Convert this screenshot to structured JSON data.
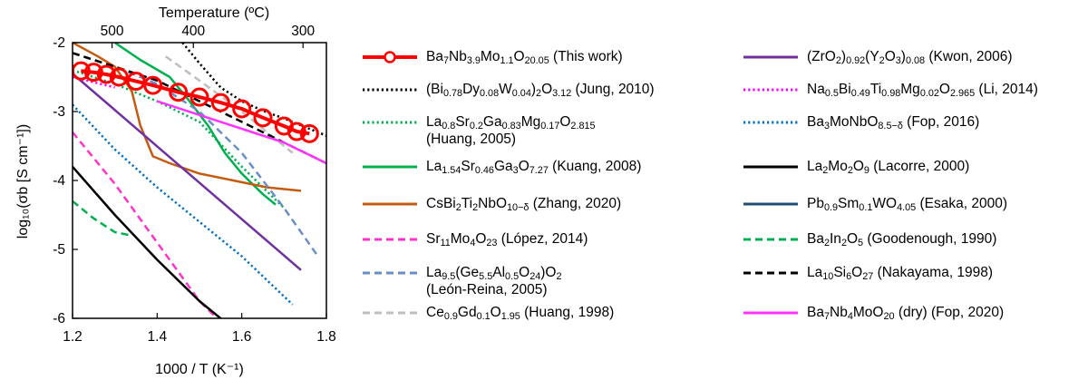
{
  "chart_data": {
    "type": "line",
    "xlabel": "1000 / T (K⁻¹)",
    "ylabel": "log₁₀(σb [S cm⁻¹])",
    "top_axis_label": "Temperature (ºC)",
    "xlim": [
      1.2,
      1.8
    ],
    "ylim": [
      -6,
      -2
    ],
    "x_ticks": [
      "1.2",
      "1.4",
      "1.6",
      "1.8"
    ],
    "y_ticks": [
      "-2",
      "-3",
      "-4",
      "-5",
      "-6"
    ],
    "top_ticks": [
      {
        "label": "500",
        "value": 500
      },
      {
        "label": "400",
        "value": 400
      },
      {
        "label": "300",
        "value": 300
      }
    ],
    "grid": false,
    "series": [
      {
        "name": "Ba7Nb3.9Mo1.1O20.05 (This work)",
        "color": "#ff0000",
        "dash": "solid",
        "marker": "circle",
        "x": [
          1.22,
          1.25,
          1.28,
          1.31,
          1.35,
          1.39,
          1.45,
          1.5,
          1.55,
          1.6,
          1.65,
          1.7,
          1.73,
          1.76
        ],
        "y": [
          -2.41,
          -2.43,
          -2.46,
          -2.5,
          -2.56,
          -2.62,
          -2.72,
          -2.79,
          -2.87,
          -2.96,
          -3.09,
          -3.21,
          -3.29,
          -3.32
        ]
      },
      {
        "name": "(Bi0.78Dy0.08W0.04)2O3.12 (Jung, 2010)",
        "color": "#000000",
        "dash": "dotted",
        "x": [
          1.46,
          1.5,
          1.55,
          1.6,
          1.65,
          1.7,
          1.76,
          1.8
        ],
        "y": [
          -2.0,
          -2.3,
          -2.65,
          -2.85,
          -2.99,
          -3.1,
          -3.25,
          -3.35
        ]
      },
      {
        "name": "La0.8Sr0.2Ga0.83Mg0.17O2.815 (Huang, 2005)",
        "color": "#00b050",
        "dash": "dotted",
        "x": [
          1.2,
          1.3,
          1.4,
          1.5,
          1.6,
          1.7
        ],
        "y": [
          -2.4,
          -2.6,
          -2.85,
          -3.15,
          -3.8,
          -4.4
        ]
      },
      {
        "name": "La1.54Sr0.46Ga3O7.27 (Kuang, 2008)",
        "color": "#00b050",
        "dash": "solid",
        "x": [
          1.3,
          1.36,
          1.43,
          1.47,
          1.52,
          1.56,
          1.6,
          1.625,
          1.65,
          1.68
        ],
        "y": [
          -2.0,
          -2.25,
          -2.5,
          -2.8,
          -3.2,
          -3.6,
          -3.9,
          -4.05,
          -4.2,
          -4.35
        ]
      },
      {
        "name": "CsBi2Ti2NbO10−δ (Zhang, 2020)",
        "color": "#c55a11",
        "dash": "solid",
        "x": [
          1.2,
          1.26,
          1.3,
          1.34,
          1.36,
          1.39,
          1.43,
          1.5,
          1.58,
          1.66,
          1.74
        ],
        "y": [
          -2.0,
          -2.2,
          -2.35,
          -2.7,
          -3.2,
          -3.65,
          -3.75,
          -3.9,
          -4.0,
          -4.1,
          -4.15
        ]
      },
      {
        "name": "Sr11Mo4O23 (López, 2014)",
        "color": "#ff33cc",
        "dash": "dashed",
        "x": [
          1.2,
          1.3,
          1.4,
          1.5,
          1.55
        ],
        "y": [
          -3.3,
          -4.05,
          -4.9,
          -5.75,
          -6.05
        ]
      },
      {
        "name": "La9.5(Ge5.5Al0.5O24)O2 (León-Reina, 2005)",
        "color": "#6a8ec8",
        "dash": "dashed",
        "x": [
          1.2,
          1.3,
          1.4,
          1.5,
          1.6,
          1.7,
          1.78
        ],
        "y": [
          -2.15,
          -2.35,
          -2.6,
          -3.0,
          -3.6,
          -4.4,
          -5.1
        ]
      },
      {
        "name": "Ce0.9Gd0.1O1.95 (Huang, 1998)",
        "color": "#bfbfbf",
        "dash": "dashed",
        "x": [
          1.42,
          1.5,
          1.6,
          1.72
        ],
        "y": [
          -2.2,
          -2.55,
          -3.0,
          -3.6
        ]
      },
      {
        "name": "(ZrO2)0.92(Y2O3)0.08 (Kwon, 2006)",
        "color": "#7030a0",
        "dash": "solid",
        "x": [
          1.2,
          1.74
        ],
        "y": [
          -2.45,
          -5.3
        ]
      },
      {
        "name": "Na0.5Bi0.49Ti0.98Mg0.02O2.965 (Li, 2014)",
        "color": "#ff00ff",
        "dash": "dotted",
        "x": [
          1.2,
          1.3
        ],
        "y": [
          -2.5,
          -2.65
        ]
      },
      {
        "name": "Ba3MoNbO8.5−δ (Fop, 2016)",
        "color": "#0070c0",
        "dash": "dotted",
        "x": [
          1.2,
          1.3,
          1.4,
          1.5,
          1.6,
          1.72
        ],
        "y": [
          -2.9,
          -3.55,
          -4.1,
          -4.6,
          -5.1,
          -5.8
        ]
      },
      {
        "name": "La2Mo2O9 (Lacorre, 2000)",
        "color": "#000000",
        "dash": "solid",
        "x": [
          1.2,
          1.3,
          1.4,
          1.5,
          1.56
        ],
        "y": [
          -3.8,
          -4.5,
          -5.15,
          -5.75,
          -6.05
        ]
      },
      {
        "name": "Pb0.9Sm0.1WO4.05 (Esaka, 2000)",
        "color": "#1f4e79",
        "dash": "solid",
        "x": [],
        "y": []
      },
      {
        "name": "Ba2In2O5 (Goodenough, 1990)",
        "color": "#00b050",
        "dash": "dashed",
        "x": [
          1.2,
          1.25,
          1.3,
          1.34
        ],
        "y": [
          -4.3,
          -4.55,
          -4.75,
          -4.8
        ]
      },
      {
        "name": "La10Si6O27 (Nakayama, 1998)",
        "color": "#000000",
        "dash": "dashed",
        "x": [
          1.2,
          1.3,
          1.4,
          1.5,
          1.6,
          1.7,
          1.8
        ],
        "y": [
          -2.15,
          -2.35,
          -2.55,
          -2.85,
          -3.15,
          -3.45,
          -3.75
        ]
      },
      {
        "name": "Ba7Nb4MoO20 (dry) (Fop, 2020)",
        "color": "#ff33ff",
        "dash": "solid",
        "x": [
          1.4,
          1.5,
          1.6,
          1.7,
          1.8
        ],
        "y": [
          -2.85,
          -3.05,
          -3.25,
          -3.45,
          -3.75
        ]
      }
    ]
  },
  "legend": [
    {
      "key": "this_work",
      "parts": [
        "Ba",
        {
          "sub": "7"
        },
        "Nb",
        {
          "sub": "3.9"
        },
        "Mo",
        {
          "sub": "1.1"
        },
        "O",
        {
          "sub": "20.05"
        },
        " (This work)"
      ]
    },
    {
      "key": "jung",
      "parts": [
        "(Bi",
        {
          "sub": "0.78"
        },
        "Dy",
        {
          "sub": "0.08"
        },
        "W",
        {
          "sub": "0.04"
        },
        ")",
        {
          "sub": "2"
        },
        "O",
        {
          "sub": "3.12"
        },
        " (Jung, 2010)"
      ]
    },
    {
      "key": "huang2005",
      "parts": [
        "La",
        {
          "sub": "0.8"
        },
        "Sr",
        {
          "sub": "0.2"
        },
        "Ga",
        {
          "sub": "0.83"
        },
        "Mg",
        {
          "sub": "0.17"
        },
        "O",
        {
          "sub": "2.815"
        },
        {
          "br": true
        },
        "(Huang, 2005)"
      ]
    },
    {
      "key": "kuang",
      "parts": [
        "La",
        {
          "sub": "1.54"
        },
        "Sr",
        {
          "sub": "0.46"
        },
        "Ga",
        {
          "sub": "3"
        },
        "O",
        {
          "sub": "7.27"
        },
        " (Kuang, 2008)"
      ]
    },
    {
      "key": "zhang",
      "parts": [
        "CsBi",
        {
          "sub": "2"
        },
        "Ti",
        {
          "sub": "2"
        },
        "NbO",
        {
          "sub": "10−δ"
        },
        " (Zhang, 2020)"
      ]
    },
    {
      "key": "lopez",
      "parts": [
        "Sr",
        {
          "sub": "11"
        },
        "Mo",
        {
          "sub": "4"
        },
        "O",
        {
          "sub": "23"
        },
        " (López, 2014)"
      ]
    },
    {
      "key": "leon",
      "parts": [
        "La",
        {
          "sub": "9.5"
        },
        "(Ge",
        {
          "sub": "5.5"
        },
        "Al",
        {
          "sub": "0.5"
        },
        "O",
        {
          "sub": "24"
        },
        ")O",
        {
          "sub": "2"
        },
        {
          "br": true
        },
        "(León-Reina, 2005)"
      ]
    },
    {
      "key": "huang1998",
      "parts": [
        "Ce",
        {
          "sub": "0.9"
        },
        "Gd",
        {
          "sub": "0.1"
        },
        "O",
        {
          "sub": "1.95"
        },
        " (Huang, 1998)"
      ]
    },
    {
      "key": "kwon",
      "parts": [
        "(ZrO",
        {
          "sub": "2"
        },
        ")",
        {
          "sub": "0.92"
        },
        "(Y",
        {
          "sub": "2"
        },
        "O",
        {
          "sub": "3"
        },
        ")",
        {
          "sub": "0.08"
        },
        " (Kwon, 2006)"
      ]
    },
    {
      "key": "li",
      "parts": [
        "Na",
        {
          "sub": "0.5"
        },
        "Bi",
        {
          "sub": "0.49"
        },
        "Ti",
        {
          "sub": "0.98"
        },
        "Mg",
        {
          "sub": "0.02"
        },
        "O",
        {
          "sub": "2.965"
        },
        " (Li, 2014)"
      ]
    },
    {
      "key": "fop2016",
      "parts": [
        "Ba",
        {
          "sub": "3"
        },
        "MoNbO",
        {
          "sub": "8.5−δ"
        },
        " (Fop, 2016)"
      ]
    },
    {
      "key": "lacorre",
      "parts": [
        "La",
        {
          "sub": "2"
        },
        "Mo",
        {
          "sub": "2"
        },
        "O",
        {
          "sub": "9"
        },
        " (Lacorre, 2000)"
      ]
    },
    {
      "key": "esaka",
      "parts": [
        "Pb",
        {
          "sub": "0.9"
        },
        "Sm",
        {
          "sub": "0.1"
        },
        "WO",
        {
          "sub": "4.05"
        },
        " (Esaka, 2000)"
      ]
    },
    {
      "key": "goodenough",
      "parts": [
        "Ba",
        {
          "sub": "2"
        },
        "In",
        {
          "sub": "2"
        },
        "O",
        {
          "sub": "5"
        },
        " (Goodenough, 1990)"
      ]
    },
    {
      "key": "nakayama",
      "parts": [
        "La",
        {
          "sub": "10"
        },
        "Si",
        {
          "sub": "6"
        },
        "O",
        {
          "sub": "27"
        },
        " (Nakayama, 1998)"
      ]
    },
    {
      "key": "fop2020",
      "parts": [
        "Ba",
        {
          "sub": "7"
        },
        "Nb",
        {
          "sub": "4"
        },
        "MoO",
        {
          "sub": "20"
        },
        " (dry) (Fop, 2020)"
      ]
    }
  ]
}
